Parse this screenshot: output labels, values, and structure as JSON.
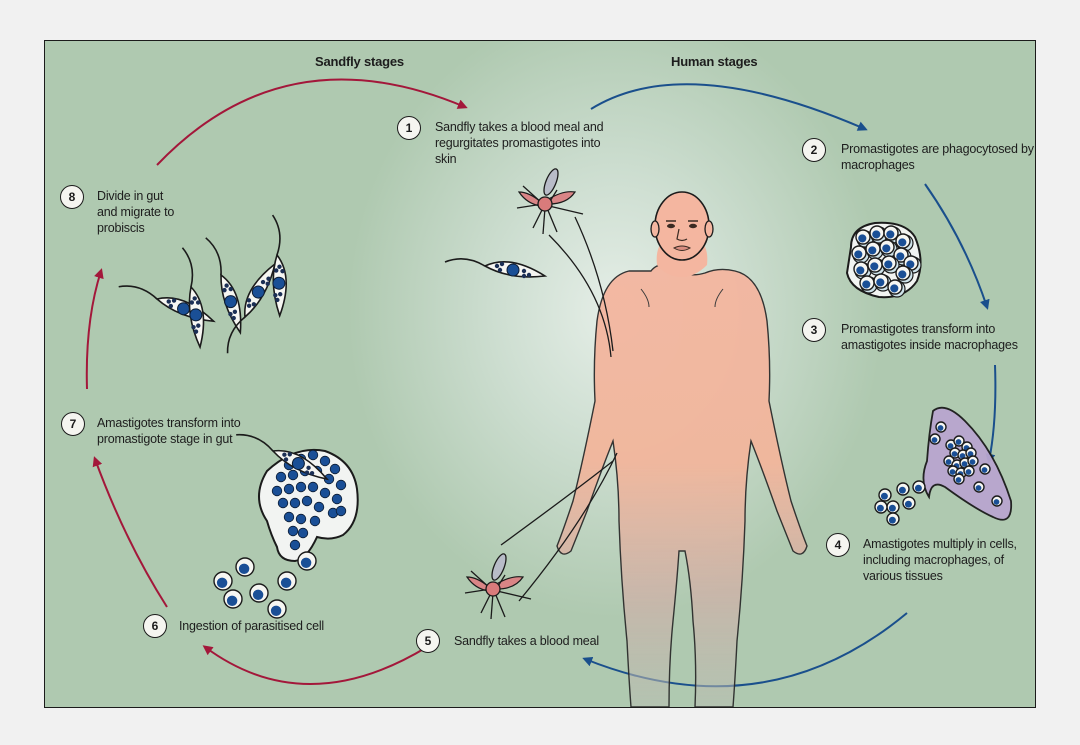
{
  "figure": {
    "headers": {
      "sandfly": "Sandfly stages",
      "human": "Human stages"
    },
    "colors": {
      "background": "#afc9b0",
      "sandfly_arrow": "#a3173a",
      "human_arrow": "#1a4f8c",
      "parasite_nucleus": "#1a4f96",
      "skin": "#f4b8a0",
      "macrophage": "#b9a6cf"
    },
    "stages": [
      {
        "number": "1",
        "text": "Sandfly takes a blood meal and regurgitates promastigotes into skin",
        "group": "human"
      },
      {
        "number": "2",
        "text": "Promastigotes are phagocytosed by macrophages",
        "group": "human"
      },
      {
        "number": "3",
        "text": "Promastigotes transform into amastigotes inside macrophages",
        "group": "human"
      },
      {
        "number": "4",
        "text": "Amastigotes multiply in cells, including macrophages, of various tissues",
        "group": "human"
      },
      {
        "number": "5",
        "text": "Sandfly takes a blood meal",
        "group": "sandfly"
      },
      {
        "number": "6",
        "text": "Ingestion of parasitised cell",
        "group": "sandfly"
      },
      {
        "number": "7",
        "text": "Amastigotes transform into promastigote stage in gut",
        "group": "sandfly"
      },
      {
        "number": "8",
        "text": "Divide in gut and migrate to probiscis",
        "group": "sandfly"
      }
    ],
    "icons": {
      "sandfly": "sandfly-icon",
      "promastigote": "promastigote-icon",
      "amastigote": "amastigote-icon",
      "macrophage": "macrophage-icon",
      "human": "human-figure-icon",
      "parasitised_cell": "parasitised-cell-icon"
    }
  }
}
